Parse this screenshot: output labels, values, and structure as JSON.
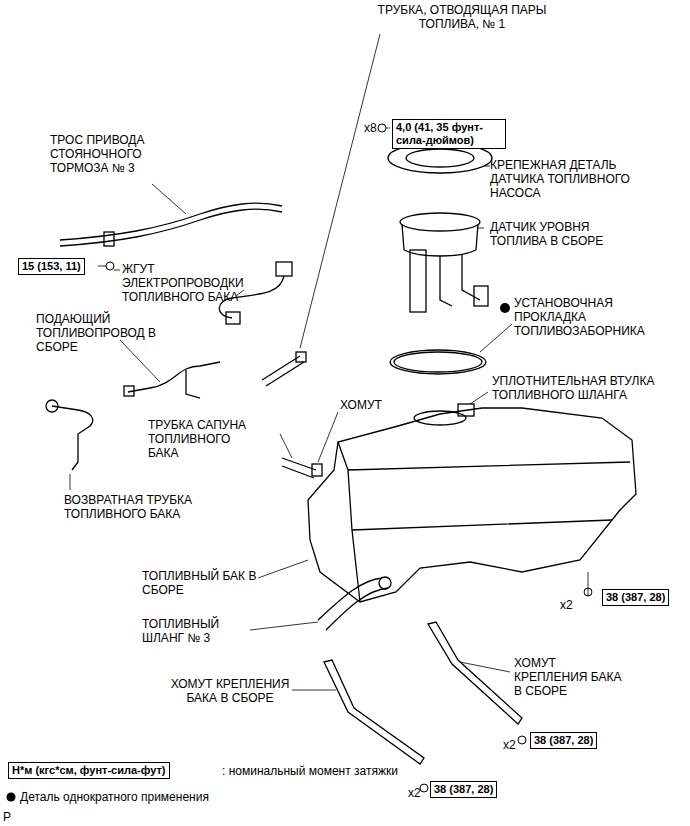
{
  "diagram": {
    "nodes": [
      {
        "text": [
          "4,0 (41, 35 фунт-сила-дюймов)"
        ]
      },
      {
        "text": [
          "15 (153, 11)"
        ]
      },
      {
        "text": [
          "38 (387, 28)"
        ]
      },
      {
        "text": [
          "38 (387, 28)"
        ]
      },
      {
        "text": [
          "38 (387, 28)"
        ]
      },
      {
        "text": [
          "Н*м (кгс*см, фунт-сила-фут)"
        ]
      }
    ],
    "labels": [
      "ТРУБКА, ОТВОДЯЩАЯ ПАРЫ ТОПЛИВА, № 1",
      "ТРОС ПРИВОДА СТОЯНОЧНОГО ТОРМОЗА № 3",
      "x8",
      "КРЕПЕЖНАЯ ДЕТАЛЬ ДАТЧИКА ТОПЛИВНОГО НАСОСА",
      "ДАТЧИК УРОВНЯ ТОПЛИВА В СБОРЕ",
      "ЖГУТ ЭЛЕКТРОПРОВОДКИ ТОПЛИВНОГО БАКА",
      "ПОДАЮЩИЙ ТОПЛИВОПРОВОД В СБОРЕ",
      "УСТАНОВОЧНАЯ ПРОКЛАДКА ТОПЛИВОЗАБОРНИКА",
      "УПЛОТНИТЕЛЬНАЯ ВТУЛКА ТОПЛИВНОГО ШЛАНГА",
      "ХОМУТ",
      "ТРУБКА САПУНА ТОПЛИВНОГО БАКА",
      "ВОЗВРАТНАЯ ТРУБКА ТОПЛИВНОГО БАКА",
      "ТОПЛИВНЫЙ БАК В СБОРЕ",
      "ТОПЛИВНЫЙ ШЛАНГ № 3",
      "x2",
      "ХОМУТ КРЕПЛЕНИЯ БАКА В СБОРЕ",
      "ХОМУТ КРЕПЛЕНИЯ БАКА В СБОРЕ",
      "x2",
      "x2",
      "P"
    ],
    "legend": [
      {
        "text": ": номинальный момент затяжки"
      },
      {
        "text": "Деталь однократного применения"
      }
    ]
  }
}
